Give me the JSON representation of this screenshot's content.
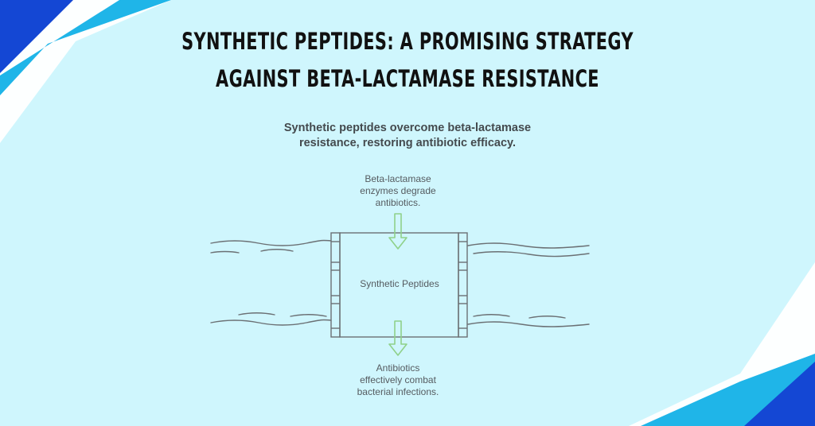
{
  "title": {
    "line1": "SYNTHETIC PEPTIDES: A PROMISING STRATEGY",
    "line2": "AGAINST BETA-LACTAMASE RESISTANCE"
  },
  "subtitle": {
    "line1": "Synthetic peptides overcome beta-lactamase",
    "line2": "resistance, restoring antibiotic efficacy."
  },
  "diagram": {
    "top_note": {
      "line1": "Beta-lactamase",
      "line2": "enzymes degrade",
      "line3": "antibiotics."
    },
    "center_label": "Synthetic Peptides",
    "bottom_note": {
      "line1": "Antibiotics",
      "line2": "effectively combat",
      "line3": "bacterial infections."
    }
  },
  "colors": {
    "background": "#cff6fd",
    "accent_dark_blue": "#1447d4",
    "accent_light_blue": "#1fb5e8",
    "arrow_green": "#8fd18a",
    "line_gray": "#6b7074"
  }
}
